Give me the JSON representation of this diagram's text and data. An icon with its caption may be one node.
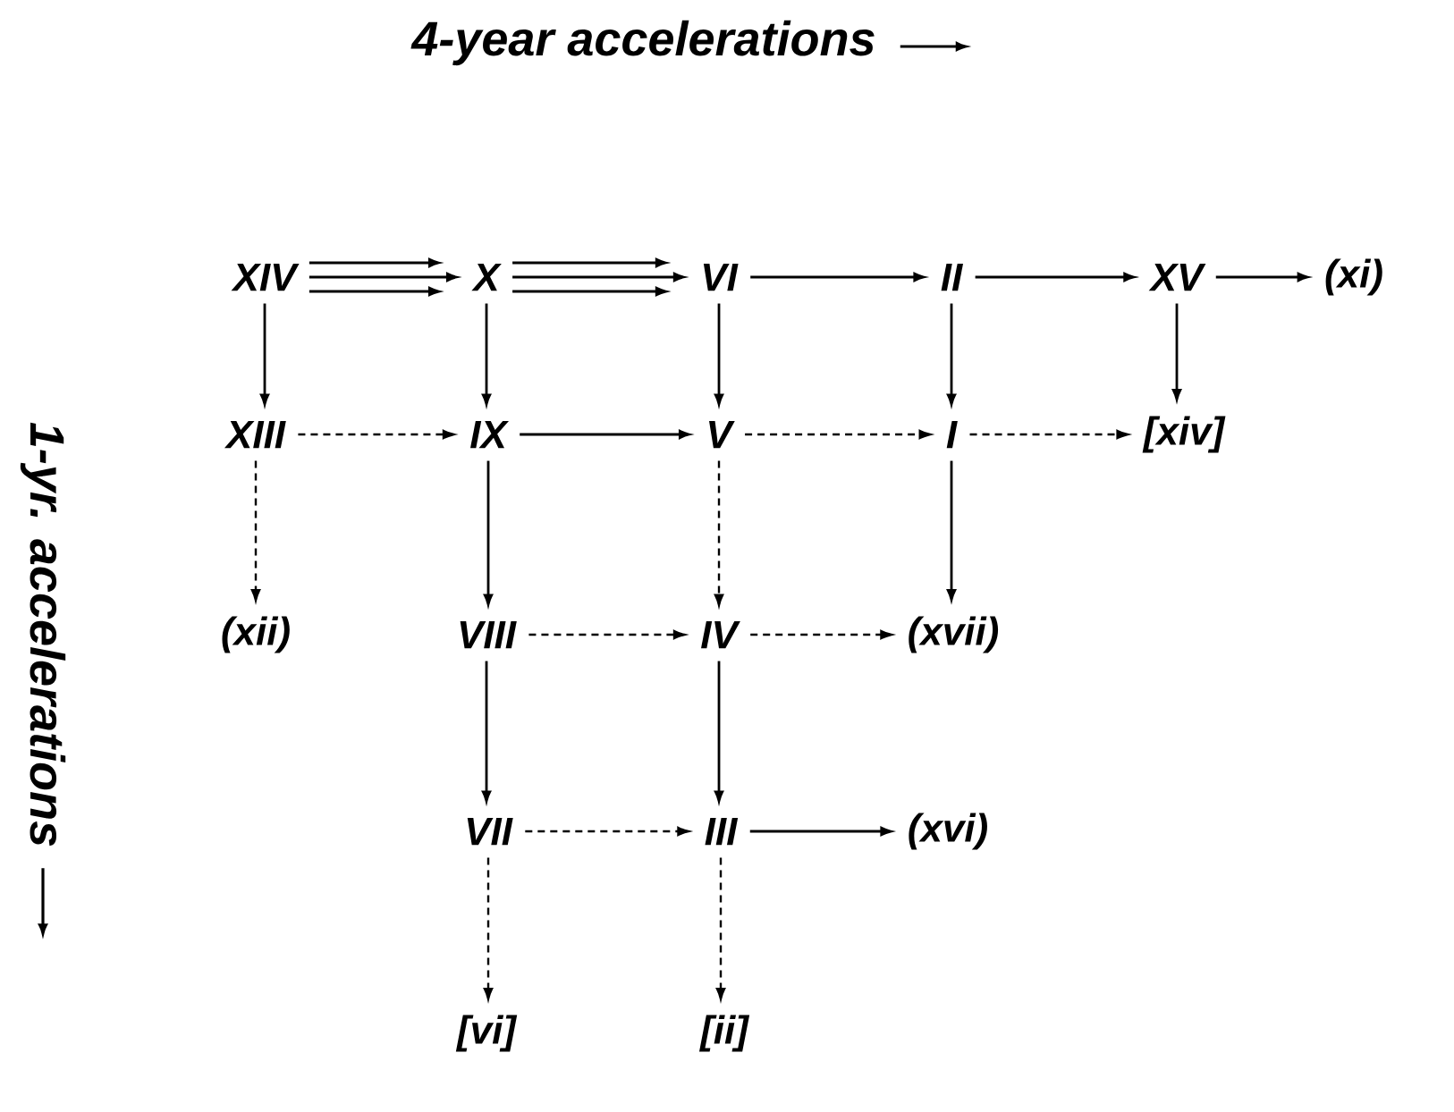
{
  "diagram": {
    "title": "4-year accelerations",
    "nodes": [
      {
        "text": [
          "XIV"
        ]
      },
      {
        "text": [
          "X"
        ]
      },
      {
        "text": [
          "VI"
        ]
      },
      {
        "text": [
          "II"
        ]
      },
      {
        "text": [
          "XV"
        ]
      },
      {
        "text": [
          "(xi)"
        ]
      },
      {
        "text": [
          "XIII"
        ]
      },
      {
        "text": [
          "IX"
        ]
      },
      {
        "text": [
          "V"
        ]
      },
      {
        "text": [
          "I"
        ]
      },
      {
        "text": [
          "[xiv]"
        ]
      },
      {
        "text": [
          "(xii)"
        ]
      },
      {
        "text": [
          "VIII"
        ]
      },
      {
        "text": [
          "IV"
        ]
      },
      {
        "text": [
          "(xvii)"
        ]
      },
      {
        "text": [
          "VII"
        ]
      },
      {
        "text": [
          "III"
        ]
      },
      {
        "text": [
          "(xvi)"
        ]
      },
      {
        "text": [
          "[vi]"
        ]
      },
      {
        "text": [
          "[ii]"
        ]
      }
    ],
    "edges": [
      {
        "from": 0,
        "to": 1,
        "arrow": "to"
      },
      {
        "from": 0,
        "to": 1,
        "arrow": "to"
      },
      {
        "from": 0,
        "to": 1,
        "arrow": "to"
      },
      {
        "from": 1,
        "to": 2,
        "arrow": "to"
      },
      {
        "from": 1,
        "to": 2,
        "arrow": "to"
      },
      {
        "from": 1,
        "to": 2,
        "arrow": "to"
      },
      {
        "from": 2,
        "to": 3,
        "arrow": "to"
      },
      {
        "from": 3,
        "to": 4,
        "arrow": "to"
      },
      {
        "from": 4,
        "to": 5,
        "arrow": "to"
      },
      {
        "from": 0,
        "to": 6,
        "arrow": "to"
      },
      {
        "from": 1,
        "to": 7,
        "arrow": "to"
      },
      {
        "from": 2,
        "to": 8,
        "arrow": "to"
      },
      {
        "from": 3,
        "to": 9,
        "arrow": "to"
      },
      {
        "from": 4,
        "to": 10,
        "arrow": "to"
      },
      {
        "from": 6,
        "to": 7,
        "arrow": "to",
        "style": "dashed"
      },
      {
        "from": 7,
        "to": 8,
        "arrow": "to"
      },
      {
        "from": 8,
        "to": 9,
        "arrow": "to",
        "style": "dashed"
      },
      {
        "from": 9,
        "to": 10,
        "arrow": "to",
        "style": "dashed"
      },
      {
        "from": 6,
        "to": 11,
        "arrow": "to",
        "style": "dashed"
      },
      {
        "from": 7,
        "to": 12,
        "arrow": "to"
      },
      {
        "from": 8,
        "to": 13,
        "arrow": "to",
        "style": "dashed"
      },
      {
        "from": 9,
        "to": 14,
        "arrow": "to"
      },
      {
        "from": 12,
        "to": 13,
        "arrow": "to",
        "style": "dashed"
      },
      {
        "from": 13,
        "to": 14,
        "arrow": "to",
        "style": "dashed"
      },
      {
        "from": 12,
        "to": 15,
        "arrow": "to"
      },
      {
        "from": 13,
        "to": 16,
        "arrow": "to"
      },
      {
        "from": 15,
        "to": 16,
        "arrow": "to",
        "style": "dashed"
      },
      {
        "from": 16,
        "to": 17,
        "arrow": "to"
      },
      {
        "from": 15,
        "to": 18,
        "arrow": "to",
        "style": "dashed"
      },
      {
        "from": 16,
        "to": 19,
        "arrow": "to",
        "style": "dashed"
      }
    ],
    "labels": [
      "1-yr. accelerations"
    ]
  }
}
